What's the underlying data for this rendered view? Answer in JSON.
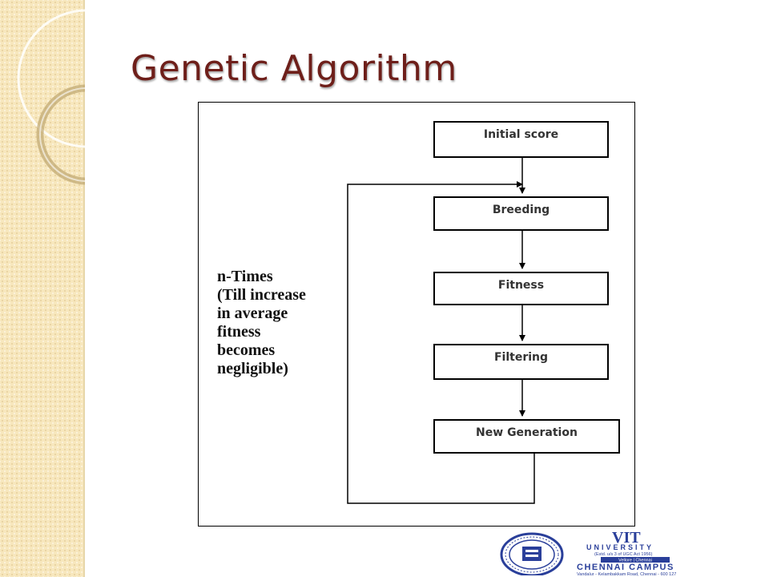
{
  "slide": {
    "title": "Genetic Algorithm"
  },
  "diagram": {
    "steps": [
      {
        "id": "initial",
        "label": "Initial score"
      },
      {
        "id": "breeding",
        "label": "Breeding"
      },
      {
        "id": "fitness",
        "label": "Fitness"
      },
      {
        "id": "filtering",
        "label": "Filtering"
      },
      {
        "id": "new-generation",
        "label": "New Generation"
      }
    ],
    "loop_note": "n-Times\n(Till increase\nin average\nfitness\nbecomes\nnegligible)"
  },
  "logo": {
    "name": "VIT",
    "line1": "UNIVERSITY",
    "line2": "(Estd. u/s 3 of UGC Act 1956)",
    "line3": "Vellore | Chennai",
    "line4": "CHENNAI CAMPUS",
    "line5": "Vandalur - Kelambakkam Road, Chennai - 600 127"
  },
  "colors": {
    "title": "#6e1f1a",
    "side_band": "#f7e7bd",
    "logo_blue": "#2a3f9a"
  }
}
